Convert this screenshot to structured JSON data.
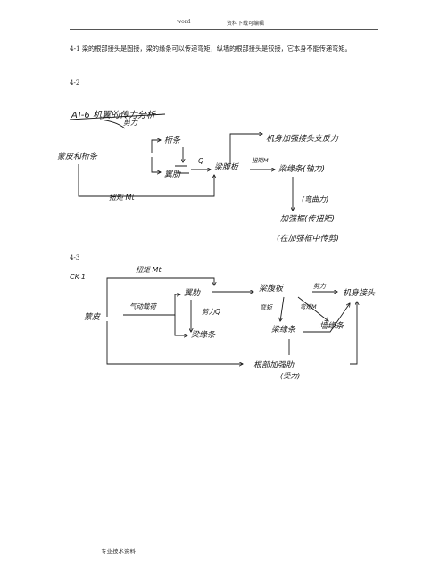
{
  "header": {
    "left": "word",
    "right": "资料下载可编辑"
  },
  "paragraph_41": "4-1 梁的根部接头是固接，梁的缘条可以传递弯矩，纵墙的根部接头是铰接，它本身不能传递弯矩。",
  "label_42": "4-2",
  "label_43": "4-3",
  "diagram_42": {
    "title": "AT-6 机翼的传力分析",
    "n_shear": "剪力",
    "wing_skin": "蒙皮和桁条",
    "stringer": "桁条",
    "rib": "翼肋",
    "q": "Q",
    "spar_web": "梁腹板",
    "root_joint": "机身加强接头支反力",
    "shear_m": "扭矩M",
    "spar_cap": "梁缘条(轴力)",
    "torque_mt": "扭矩 Mt",
    "spar_load": "(弯曲力)",
    "frame": "加强框(传扭矩)",
    "frame_note": "(在加强框中传剪)"
  },
  "diagram_43": {
    "tag": "CK-1",
    "torque_mt": "扭矩 Mt",
    "skin": "蒙皮",
    "air_load": "气动载荷",
    "rib": "翼肋",
    "shear_q": "剪力Q",
    "spar_web": "梁腹板",
    "spar_cap": "梁缘条",
    "shear": "剪力",
    "bending_m": "弯矩M",
    "moment": "弯矩",
    "fuselage_joint": "机身接头",
    "spar_flange": "梁缘条",
    "wall": "墙缘条",
    "root_rib": "根部加强肋",
    "root_rib_note": "(受力)"
  },
  "footer": "专业技术资料"
}
